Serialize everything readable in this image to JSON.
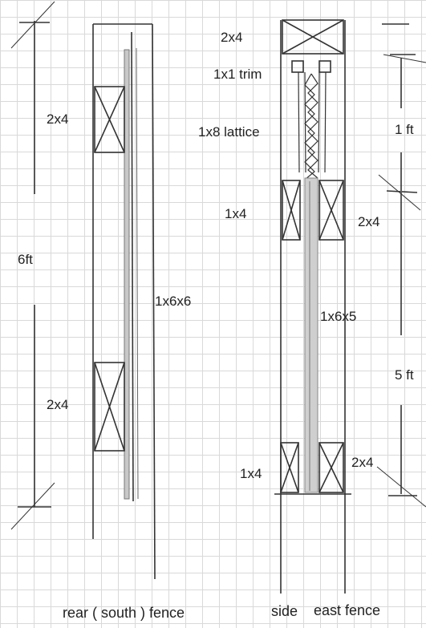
{
  "labels": {
    "rear_height": "6ft",
    "rear_top_rail": "2x4",
    "rear_bottom_rail": "2x4",
    "rear_board": "1x6x6",
    "rear_caption": "rear ( south ) fence",
    "side_top_cap": "2x4",
    "side_trim": "1x1 trim",
    "side_lattice": "1x8 lattice",
    "side_upper_left": "1x4",
    "side_upper_right": "2x4",
    "side_board": "1x6x5",
    "side_lower_left": "1x4",
    "side_lower_right": "2x4",
    "side_top_dim": "1 ft",
    "side_bottom_dim": "5 ft",
    "side_caption": "side",
    "east_caption": "east fence"
  },
  "colors": {
    "ink": "#222222",
    "pencil": "#555555",
    "board_shade": "#9a9a9a",
    "grid": "#d9d9d9"
  }
}
